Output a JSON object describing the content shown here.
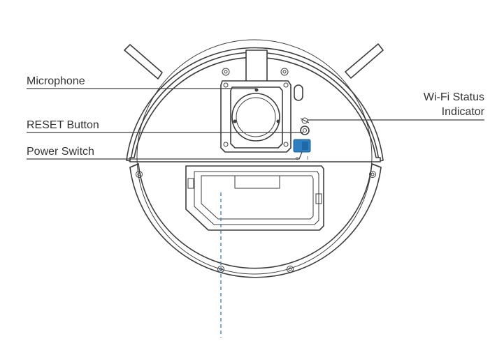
{
  "labels": {
    "microphone": "Microphone",
    "reset_button": "RESET Button",
    "power_switch": "Power Switch",
    "wifi_status_line1": "Wi-Fi Status",
    "wifi_status_line2": "Indicator"
  },
  "switch_marks": {
    "off": "o",
    "on": "I"
  },
  "colors": {
    "outline": "#3d3d3d",
    "switch_blue": "#2e7fc2",
    "dashed_axis": "#3a86c8",
    "label_text": "#333333"
  }
}
